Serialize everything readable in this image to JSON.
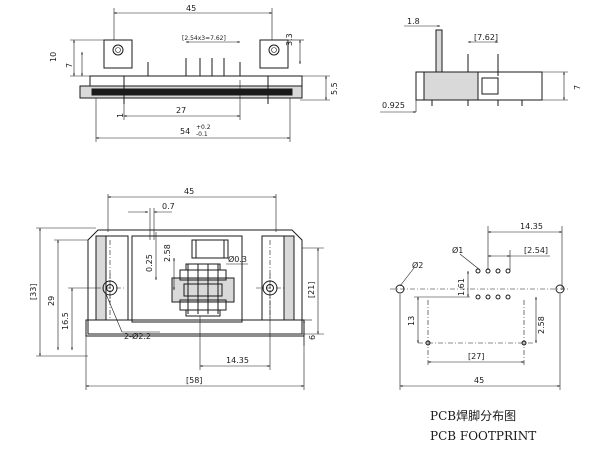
{
  "top_view": {
    "width_45": "45",
    "pitch": "[2.54x3=7.62]",
    "h_10": "10",
    "h_7": "7",
    "h_3_3": "3.3",
    "h_5_5": "5.5",
    "d_27": "27",
    "d_1": "1",
    "d_54": "54",
    "tol_plus": "+0.2",
    "tol_minus": "-0.1"
  },
  "side_view": {
    "d_1_8": "1.8",
    "d_7_62": "[7.62]",
    "d_0_925": "0.925",
    "d_7": "7"
  },
  "front_view": {
    "width_45": "45",
    "d_0_7": "0.7",
    "d_0_25": "0.25",
    "d_2_58": "2.58",
    "d_phi_0_3": "Ø0.3",
    "d_33": "[33]",
    "d_29": "29",
    "d_16_5": "16.5",
    "d_21": "[21]",
    "d_6": "6",
    "d_holes": "2-Ø2.2",
    "d_14_35": "14.35",
    "d_58": "[58]"
  },
  "footprint": {
    "d_14_35": "14.35",
    "d_2_54": "[2.54]",
    "d_phi_1": "Ø1",
    "d_phi_2": "Ø2",
    "d_1_61": "1.61",
    "d_13": "13",
    "d_2_58": "2.58",
    "d_27": "[27]",
    "d_45": "45"
  },
  "caption": {
    "line_cn": "PCB焊脚分布图",
    "line_en": "PCB FOOTPRINT"
  }
}
